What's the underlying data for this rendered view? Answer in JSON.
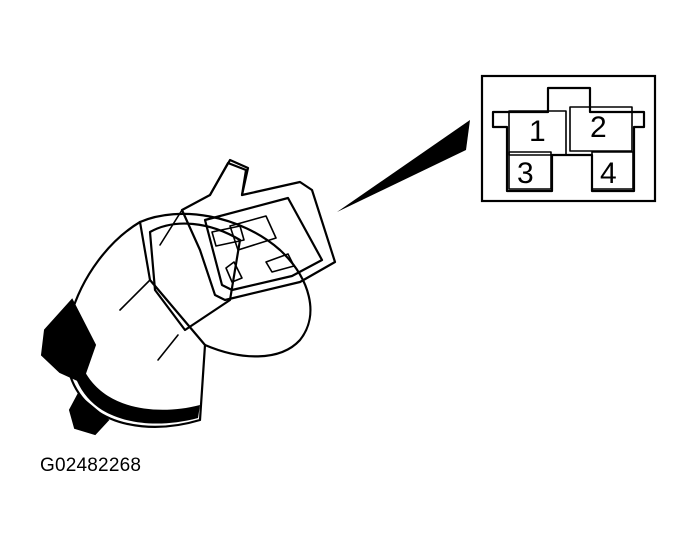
{
  "figure": {
    "id_label": "G02482268"
  },
  "connector_inset": {
    "pins": [
      {
        "number": "1"
      },
      {
        "number": "2"
      },
      {
        "number": "3"
      },
      {
        "number": "4"
      }
    ]
  }
}
